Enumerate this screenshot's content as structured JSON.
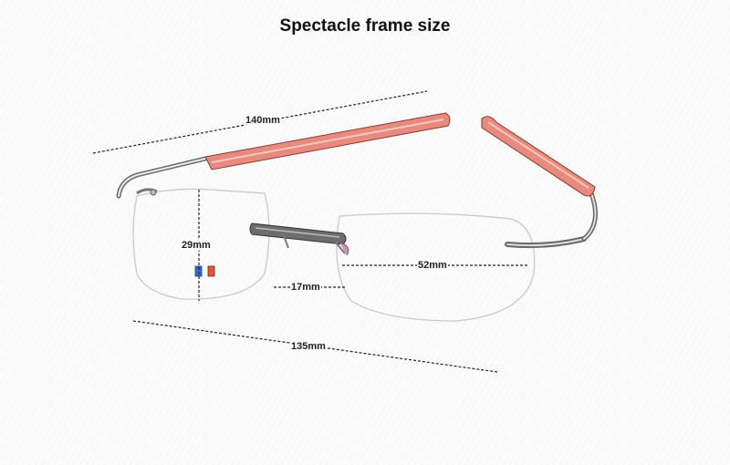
{
  "title": "Spectacle frame size",
  "measurements": {
    "temple_length": "140mm",
    "lens_height": "29mm",
    "lens_width": "52mm",
    "bridge_width": "17mm",
    "frame_width": "135mm"
  },
  "colors": {
    "temple_accent": "#e98a7e",
    "frame_metal": "#666666",
    "dimension_line": "#222222"
  }
}
